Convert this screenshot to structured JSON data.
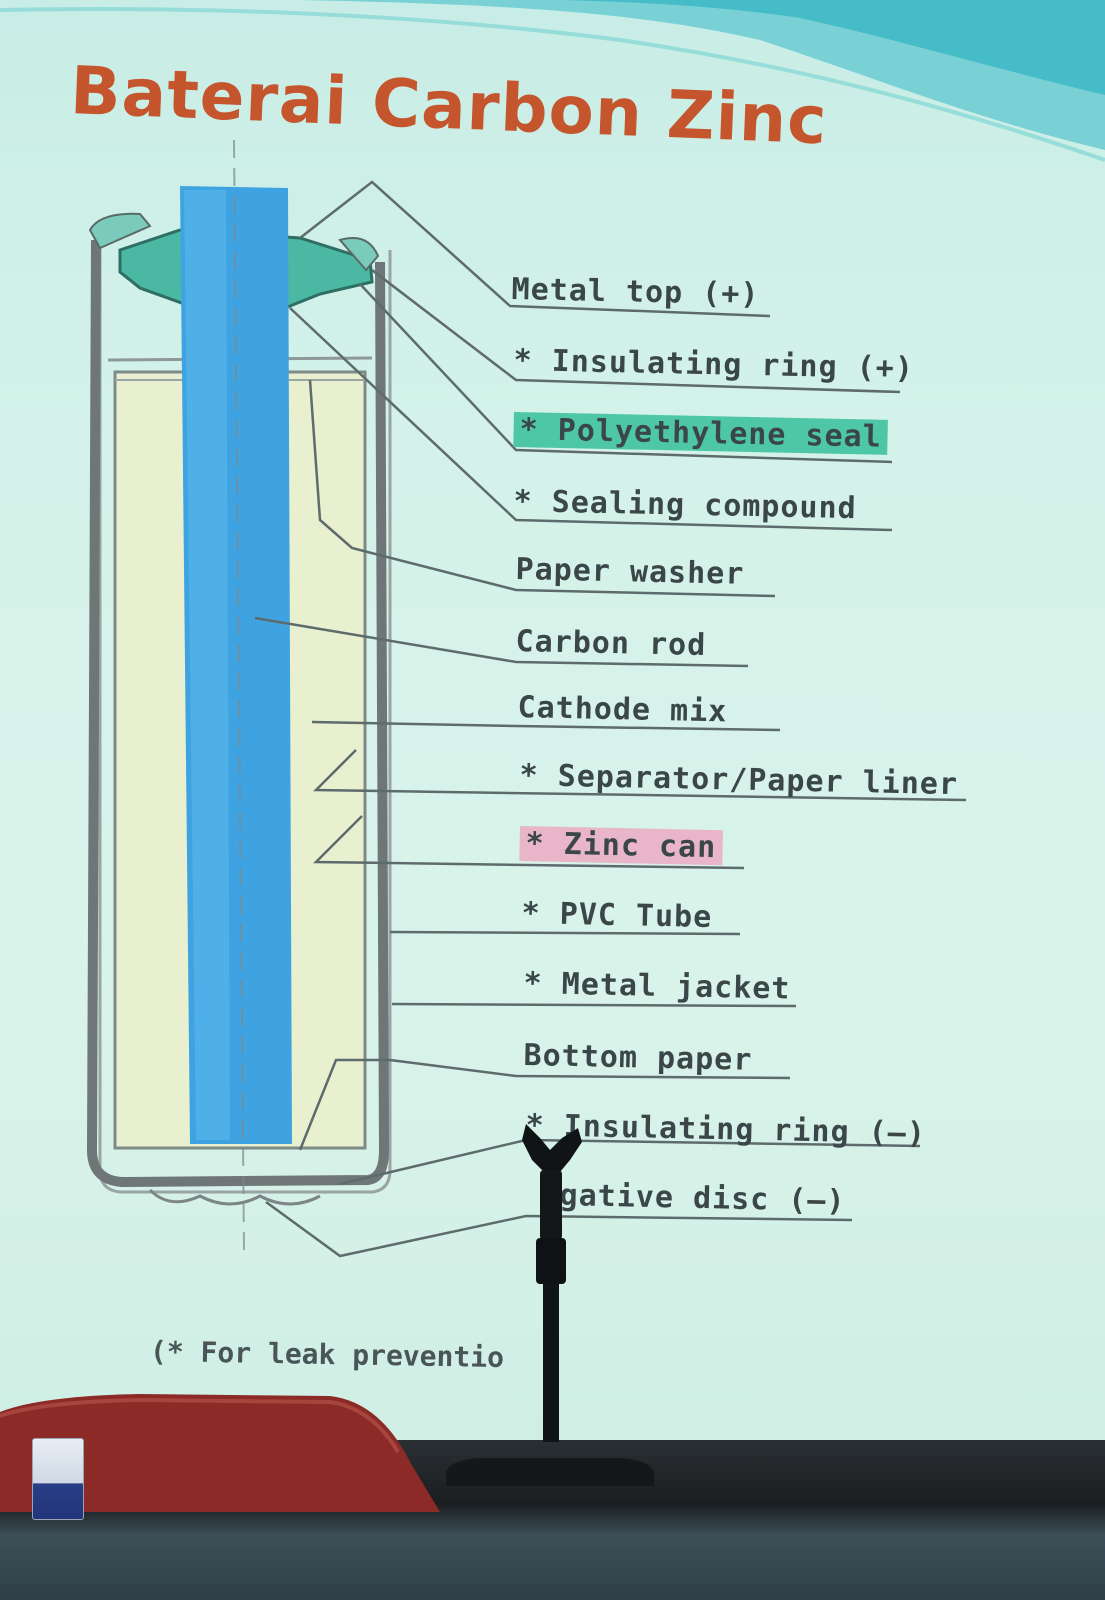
{
  "slide": {
    "title": "Baterai Carbon Zinc",
    "note": "(* For leak preventio",
    "colors": {
      "title": "#c5552d",
      "rod": "#3fa3e2",
      "highlight_green": "#4dc7a6",
      "highlight_pink": "#e8b6c8"
    }
  },
  "labels": [
    {
      "text": "Metal top (+)"
    },
    {
      "text": "* Insulating ring (+)"
    },
    {
      "text": "* Polyethylene seal",
      "highlight": "green"
    },
    {
      "text": "* Sealing compound"
    },
    {
      "text": "Paper washer"
    },
    {
      "text": "Carbon rod"
    },
    {
      "text": "Cathode mix"
    },
    {
      "text": "* Separator/Paper liner"
    },
    {
      "text": "* Zinc can",
      "highlight": "pink"
    },
    {
      "text": "* PVC Tube"
    },
    {
      "text": "* Metal jacket"
    },
    {
      "text": "Bottom paper"
    },
    {
      "text": "* Insulating ring (–)"
    },
    {
      "text": "gative disc (–)"
    }
  ],
  "icons": {
    "microphone": "microphone-icon",
    "logo": "logo-icon"
  }
}
